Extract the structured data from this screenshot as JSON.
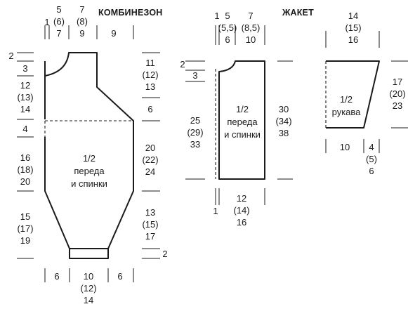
{
  "colors": {
    "ink": "#1a1a1a",
    "background": "#ffffff"
  },
  "kombinezon": {
    "title": "КОМБИНЕЗОН",
    "label": [
      "1/2",
      "переда",
      "и спинки"
    ],
    "top_dims": {
      "d1": [
        "1"
      ],
      "d2": [
        "5",
        "(6)",
        "7"
      ],
      "d3": [
        "7",
        "(8)",
        "9"
      ],
      "d4": [
        "9"
      ]
    },
    "left_dims": {
      "l1": [
        "2"
      ],
      "l2": [
        "3"
      ],
      "l3": [
        "12",
        "(13)",
        "14"
      ],
      "l4": [
        "4"
      ],
      "l5": [
        "16",
        "(18)",
        "20"
      ],
      "l6": [
        "15",
        "(17)",
        "19"
      ]
    },
    "right_dims": {
      "r1": [
        "11",
        "(12)",
        "13"
      ],
      "r2": [
        "6"
      ],
      "r3": [
        "20",
        "(22)",
        "24"
      ],
      "r4": [
        "13",
        "(15)",
        "17"
      ],
      "r5": [
        "2"
      ]
    },
    "bottom_dims": {
      "b1": [
        "6"
      ],
      "b2": [
        "10",
        "(12)",
        "14"
      ],
      "b3": [
        "6"
      ]
    }
  },
  "zhaket": {
    "title": "ЖАКЕТ",
    "label": [
      "1/2",
      "переда",
      "и спинки"
    ],
    "top_dims": {
      "d1": [
        "1"
      ],
      "d2": [
        "5",
        "(5,5)",
        "6"
      ],
      "d3": [
        "7",
        "(8,5)",
        "10"
      ]
    },
    "left_dims": {
      "l1": [
        "2"
      ],
      "l2": [
        "3"
      ],
      "l3": [
        "25",
        "(29)",
        "33"
      ]
    },
    "right_dims": {
      "r1": [
        "30",
        "(34)",
        "38"
      ]
    },
    "bottom_dims": {
      "b1": [
        "1"
      ],
      "b2": [
        "12",
        "(14)",
        "16"
      ]
    }
  },
  "sleeve": {
    "label": [
      "1/2",
      "рукава"
    ],
    "top_dims": {
      "d1": [
        "14",
        "(15)",
        "16"
      ]
    },
    "right_dims": {
      "r1": [
        "17",
        "(20)",
        "23"
      ]
    },
    "bottom_dims": {
      "b1": [
        "10"
      ],
      "b2": [
        "4",
        "(5)",
        "6"
      ]
    }
  }
}
